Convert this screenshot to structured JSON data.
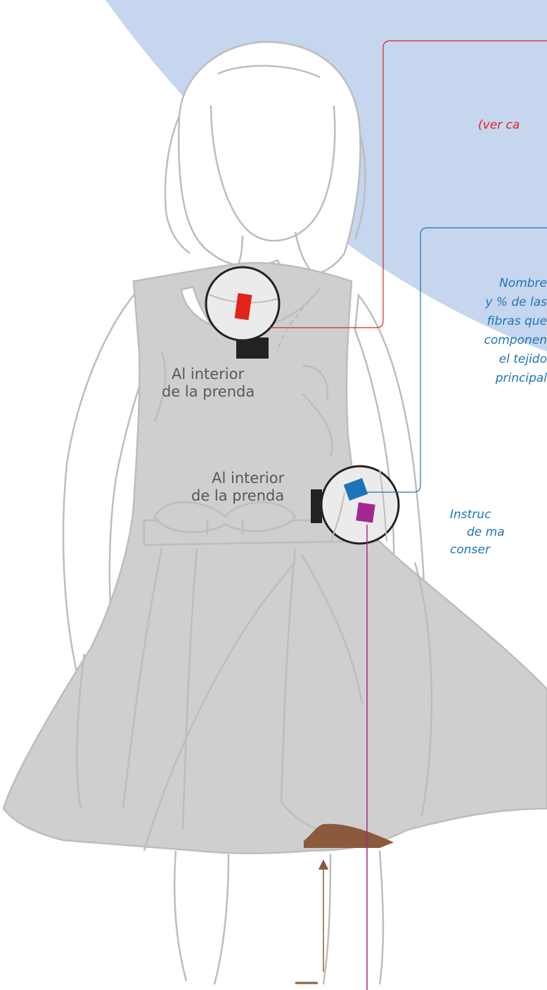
{
  "labels": {
    "red_label": "(ver ca",
    "blue_label": {
      "lines": [
        "Nombre",
        "y % de las",
        "fibras que",
        "componen",
        "el tejido",
        "principal"
      ]
    },
    "purple_label": {
      "lines": [
        "Instruc",
        "de ma",
        "conser"
      ]
    },
    "inside_garment_top": [
      "Al interior",
      "de la prenda"
    ],
    "inside_garment_bottom": [
      "Al interior",
      "de la prenda"
    ]
  },
  "colors": {
    "background_arc": "#c5d6ee",
    "garment": "#cfcfcf",
    "outline": "#bdbdbd",
    "red_tag": "#e2231a",
    "blue_tag": "#1f74b8",
    "purple_tag": "#a3278f",
    "hem_tag": "#8b5a3c",
    "leader_red": "#e2231a",
    "leader_blue": "#1f74b8",
    "leader_purple": "#a3278f",
    "leader_brown": "#8b5a3c"
  }
}
